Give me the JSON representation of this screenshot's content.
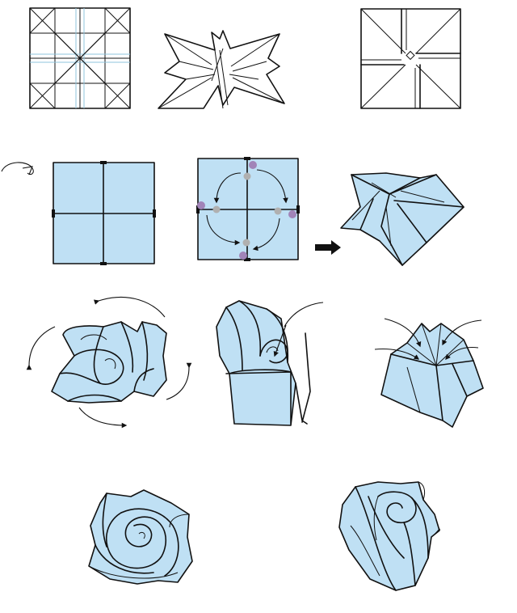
{
  "colors": {
    "paper_fill": "#bfe0f4",
    "line": "#111111",
    "crease": "#8fc4dc",
    "dot_gray": "#b0b0b0",
    "dot_purple": "#a184b8"
  },
  "steps": [
    {
      "id": "crease-pattern",
      "icon": "folded-square-crease-pattern"
    },
    {
      "id": "collapsed-base",
      "icon": "collapsed-star-base"
    },
    {
      "id": "pinwheel-twist",
      "icon": "pinwheel-square"
    },
    {
      "id": "flip-over",
      "icon": "turn-over-arrow"
    },
    {
      "id": "blue-square",
      "icon": "blue-square-with-tabs"
    },
    {
      "id": "twist-dots",
      "icon": "square-with-rotation-dots"
    },
    {
      "id": "twisted-paper",
      "icon": "twisted-paper"
    },
    {
      "id": "curl-petals",
      "icon": "rose-curl-outer"
    },
    {
      "id": "rose-side",
      "icon": "rose-side-view"
    },
    {
      "id": "rose-base",
      "icon": "rose-base-fold"
    },
    {
      "id": "rose-top",
      "icon": "finished-rose-top"
    },
    {
      "id": "rose-final",
      "icon": "finished-rose-side"
    }
  ]
}
